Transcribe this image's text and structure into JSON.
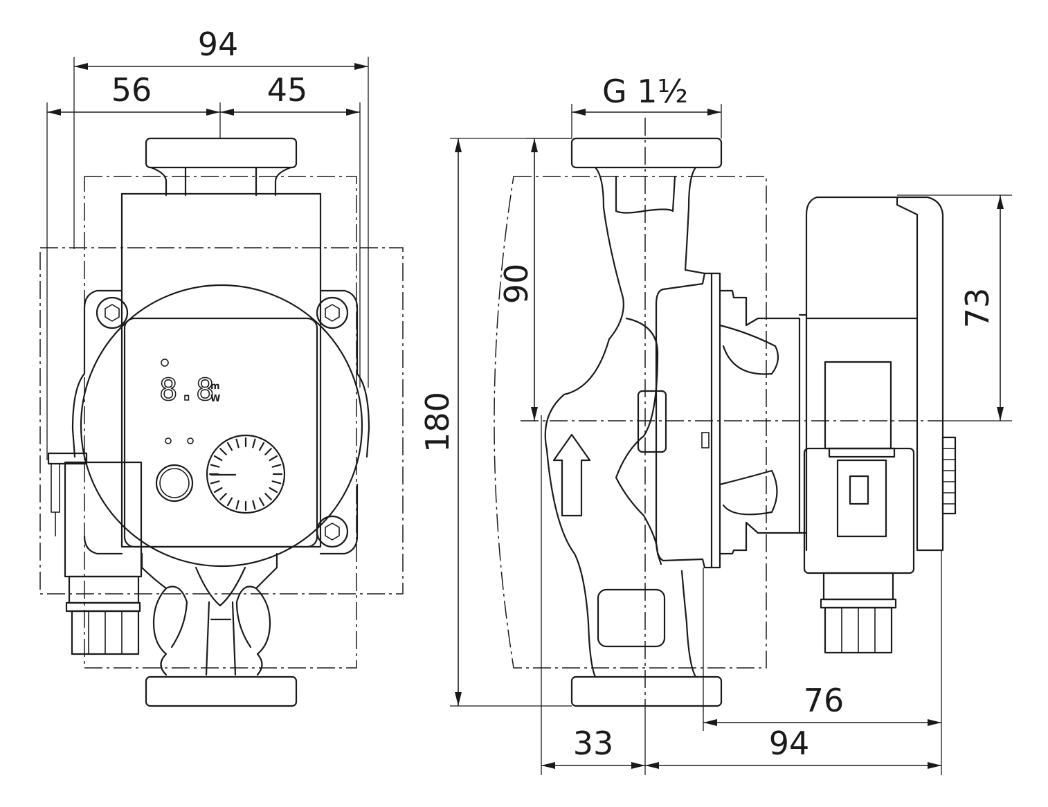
{
  "diagram": {
    "front_view": {
      "dims": {
        "overall_width": "94",
        "left_part": "56",
        "right_part": "45"
      },
      "display": {
        "digits": "8.8",
        "unit_top": "m",
        "unit_bottom": "W"
      }
    },
    "side_view": {
      "dims": {
        "thread": "G 1½",
        "port_to_port": "180",
        "port_to_axis": "90",
        "module_height": "73",
        "flange_to_back": "76",
        "axis_to_back": "94",
        "front_to_axis": "33"
      }
    },
    "colors": {
      "line": "#1a1a1a",
      "background": "#ffffff"
    }
  }
}
